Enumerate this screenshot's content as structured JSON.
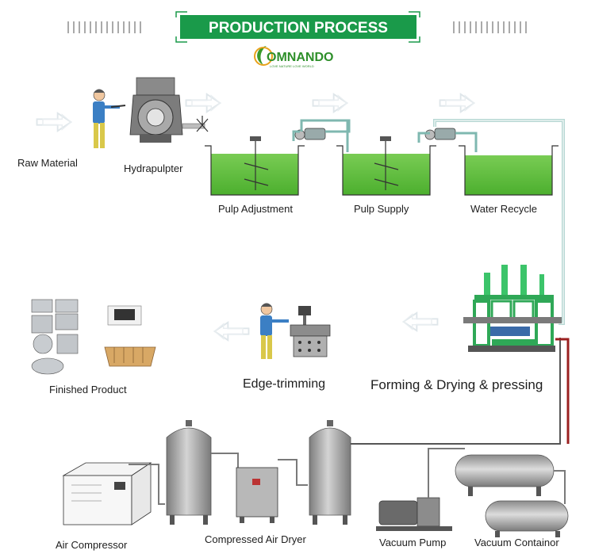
{
  "header": {
    "title": "PRODUCTION PROCESS",
    "logo_text": "OMNANDO",
    "logo_tagline": "LOVE NATURE LOVE WORLD",
    "accent_color": "#1a9a4a"
  },
  "stages": {
    "raw_material": "Raw Material",
    "hydrapulper": "Hydrapulpter",
    "pulp_adjustment": "Pulp Adjustment",
    "pulp_supply": "Pulp Supply",
    "water_recycle": "Water Recycle",
    "forming": "Forming & Drying & pressing",
    "edge_trimming": "Edge-trimming",
    "finished_product": "Finished Product",
    "air_compressor": "Air Compressor",
    "air_dryer": "Compressed Air Dryer",
    "vacuum_pump": "Vacuum Pump",
    "vacuum_container": "Vacuum Containor"
  },
  "colors": {
    "pulp_green": "#5fbf3a",
    "machine_green": "#3cc46a",
    "tank_grey": "#9a9a9a",
    "pipe_color": "#7fb8b0",
    "arrow_color": "#dfe6ea"
  },
  "icons": [
    "flow-arrow-icon",
    "worker-icon",
    "valve-icon",
    "pump-icon",
    "gauge-icon"
  ]
}
